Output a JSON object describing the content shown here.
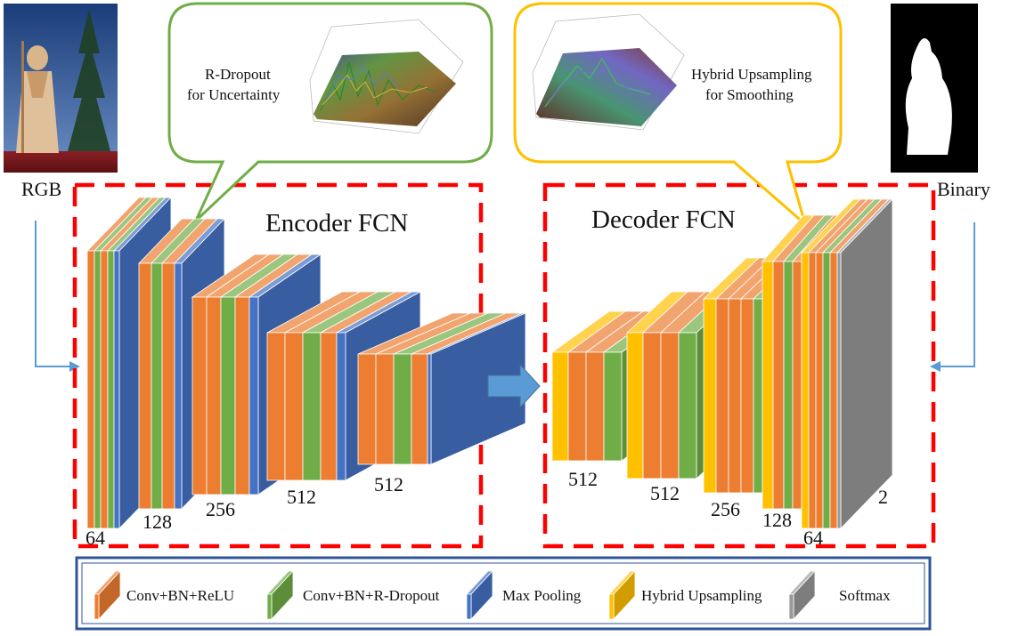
{
  "input_label": "RGB",
  "output_label": "Binary",
  "encoder": {
    "title": "Encoder FCN",
    "stage_labels": [
      "64",
      "128",
      "256",
      "512",
      "512"
    ]
  },
  "decoder": {
    "title": "Decoder FCN",
    "stage_labels": [
      "512",
      "512",
      "256",
      "128",
      "64",
      "2"
    ]
  },
  "bubbles": {
    "encoder": {
      "line1": "R-Dropout",
      "line2": "for Uncertainty"
    },
    "decoder": {
      "line1": "Hybrid Upsampling",
      "line2": "for  Smoothing"
    }
  },
  "legend": [
    {
      "label": "Conv+BN+ReLU",
      "color": "#ED7D31"
    },
    {
      "label": "Conv+BN+R-Dropout",
      "color": "#70AD47"
    },
    {
      "label": "Max Pooling",
      "color": "#4472C4"
    },
    {
      "label": "Hybrid Upsampling",
      "color": "#FFC000"
    },
    {
      "label": "Softmax",
      "color": "#999999"
    }
  ],
  "colors": {
    "conv": "#ED7D31",
    "dropout": "#70AD47",
    "pool": "#4472C4",
    "upsample": "#FFC000",
    "softmax": "#999999",
    "dashed_box": "#FF0000",
    "encoder_bubble": "#70AD47",
    "decoder_bubble": "#FFC000",
    "legend_border": "#2F5597",
    "arrow": "#5B9BD5"
  }
}
